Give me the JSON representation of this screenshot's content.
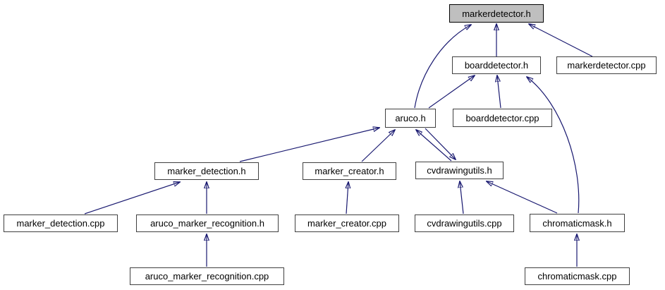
{
  "diagram": {
    "kind": "include-dependency-graph",
    "root_file": "markerdetector.h",
    "direction": "arrows point from including file to included file (included-by graph)"
  },
  "colors": {
    "background": "#ffffff",
    "edge": "#191970",
    "node_fill": "#ffffff",
    "node_border": "#404040",
    "root_fill": "#bfbfbf",
    "root_border": "#000000",
    "text": "#000000"
  },
  "nodes": {
    "markerdetector_h": {
      "label": "markerdetector.h",
      "kind": "root"
    },
    "boarddetector_h": {
      "label": "boarddetector.h",
      "kind": "header"
    },
    "markerdetector_cpp": {
      "label": "markerdetector.cpp",
      "kind": "source"
    },
    "aruco_h": {
      "label": "aruco.h",
      "kind": "header"
    },
    "boarddetector_cpp": {
      "label": "boarddetector.cpp",
      "kind": "source"
    },
    "marker_detection_h": {
      "label": "marker_detection.h",
      "kind": "header"
    },
    "marker_creator_h": {
      "label": "marker_creator.h",
      "kind": "header"
    },
    "cvdrawingutils_h": {
      "label": "cvdrawingutils.h",
      "kind": "header"
    },
    "marker_detection_cpp": {
      "label": "marker_detection.cpp",
      "kind": "source"
    },
    "aruco_marker_recognition_h": {
      "label": "aruco_marker_recognition.h",
      "kind": "header"
    },
    "marker_creator_cpp": {
      "label": "marker_creator.cpp",
      "kind": "source"
    },
    "cvdrawingutils_cpp": {
      "label": "cvdrawingutils.cpp",
      "kind": "source"
    },
    "chromaticmask_h": {
      "label": "chromaticmask.h",
      "kind": "header"
    },
    "aruco_marker_recognition_cpp": {
      "label": "aruco_marker_recognition.cpp",
      "kind": "source"
    },
    "chromaticmask_cpp": {
      "label": "chromaticmask.cpp",
      "kind": "source"
    }
  },
  "edges": [
    {
      "from": "boarddetector.h",
      "to": "markerdetector.h"
    },
    {
      "from": "markerdetector.cpp",
      "to": "markerdetector.h"
    },
    {
      "from": "aruco.h",
      "to": "markerdetector.h"
    },
    {
      "from": "aruco.h",
      "to": "boarddetector.h"
    },
    {
      "from": "boarddetector.cpp",
      "to": "boarddetector.h"
    },
    {
      "from": "chromaticmask.h",
      "to": "boarddetector.h"
    },
    {
      "from": "marker_detection.h",
      "to": "aruco.h"
    },
    {
      "from": "marker_creator.h",
      "to": "aruco.h"
    },
    {
      "from": "cvdrawingutils.h",
      "to": "aruco.h"
    },
    {
      "from": "aruco.h",
      "to": "cvdrawingutils.h"
    },
    {
      "from": "marker_detection.cpp",
      "to": "marker_detection.h"
    },
    {
      "from": "aruco_marker_recognition.h",
      "to": "marker_detection.h"
    },
    {
      "from": "aruco_marker_recognition.cpp",
      "to": "aruco_marker_recognition.h"
    },
    {
      "from": "marker_creator.cpp",
      "to": "marker_creator.h"
    },
    {
      "from": "cvdrawingutils.cpp",
      "to": "cvdrawingutils.h"
    },
    {
      "from": "chromaticmask.h",
      "to": "cvdrawingutils.h"
    },
    {
      "from": "chromaticmask.cpp",
      "to": "chromaticmask.h"
    }
  ]
}
